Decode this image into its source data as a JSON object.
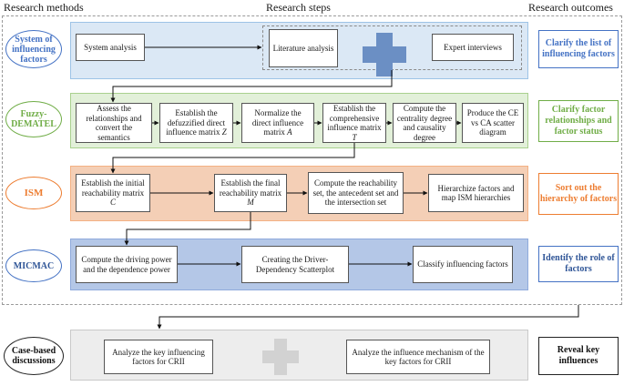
{
  "headers": {
    "methods": "Research methods",
    "steps": "Research steps",
    "outcomes": "Research outcomes"
  },
  "colors": {
    "blue": "#4472c4",
    "green": "#70ad47",
    "orange": "#ed7d31",
    "navy": "#2f5597",
    "band_blue": "#dbe8f5",
    "band_green": "#e2f0d9",
    "band_orange": "#f4cfb6",
    "band_indigo": "#b4c7e7",
    "band_gray": "#ededed"
  },
  "rows": {
    "r1": {
      "method": "System of influencing factors",
      "steps": [
        "System analysis",
        "Literature analysis",
        "Expert interviews"
      ],
      "outcome": "Clarify the list of influencing factors",
      "symbol": "plus-icon"
    },
    "r2": {
      "method": "Fuzzy-DEMATEL",
      "steps": [
        "Assess the relationships and convert the semantics",
        "Establish the defuzzified direct influence matrix",
        "Normalize the direct influence matrix",
        "Establish the comprehensive influence matrix",
        "Compute the centrality degree and causality degree",
        "Produce the CE vs CA scatter diagram"
      ],
      "vars": [
        "Z",
        "A",
        "T"
      ],
      "outcome": "Clarify factor relationships and factor status"
    },
    "r3": {
      "method": "ISM",
      "steps": [
        "Establish the initial reachability matrix",
        "Establish the final reachability matrix",
        "Compute the reachability set, the antecedent set and the intersection set",
        "Hierarchize factors and map ISM hierarchies"
      ],
      "vars": [
        "C",
        "M"
      ],
      "outcome": "Sort out the hierarchy of factors"
    },
    "r4": {
      "method": "MICMAC",
      "steps": [
        "Compute the driving power and the dependence power",
        "Creating the Driver-Dependency Scatterplot",
        "Classify influencing factors"
      ],
      "outcome": "Identify the role of factors"
    },
    "r5": {
      "method": "Case-based discussions",
      "steps": [
        "Analyze the key influencing factors for CRII",
        "Analyze the influence mechanism of the key factors for CRII"
      ],
      "outcome": "Reveal key influences",
      "symbol": "plus-icon"
    }
  }
}
